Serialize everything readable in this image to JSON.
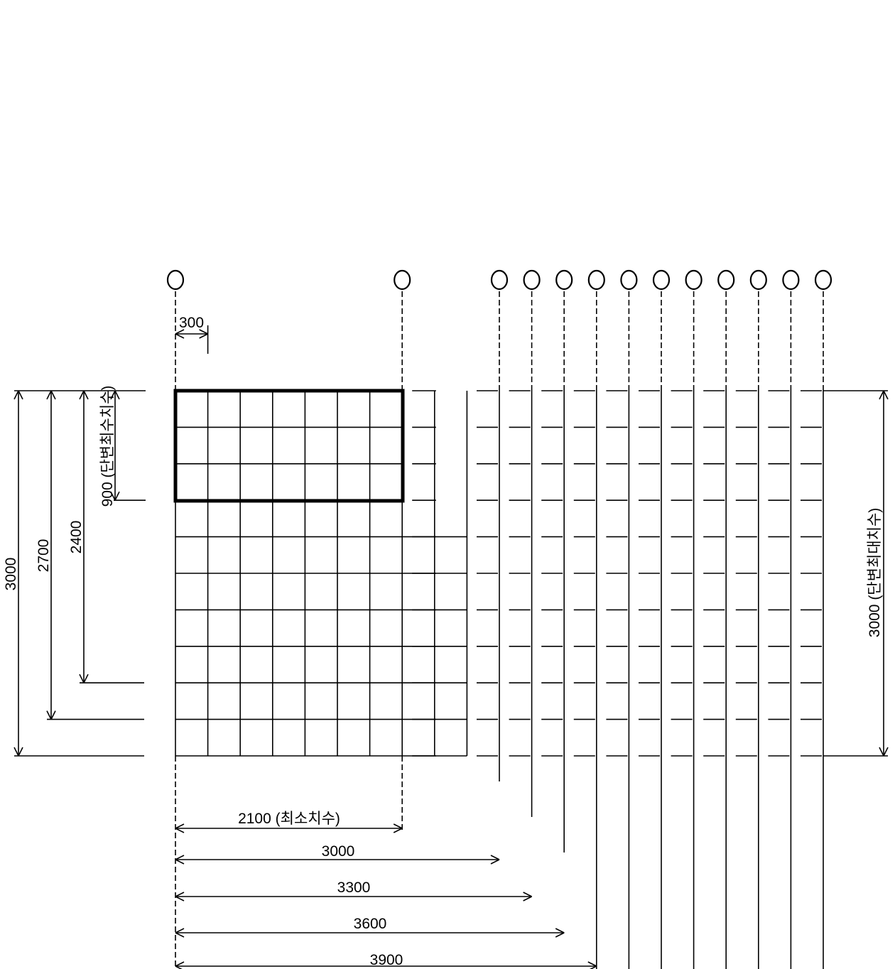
{
  "diagram": {
    "dimensions": {
      "module": "300",
      "short_side_min": "900 (단변최수치수)",
      "short_side_max": "3000 (단변최대치수)",
      "vertical": [
        "2400",
        "2700",
        "3000"
      ],
      "horizontal": [
        {
          "label": "2100 (최소치수)",
          "value": 2100
        },
        {
          "label": "3000",
          "value": 3000
        },
        {
          "label": "3300",
          "value": 3300
        },
        {
          "label": "3600",
          "value": 3600
        },
        {
          "label": "3900",
          "value": 3900
        }
      ]
    },
    "grid_markers": 13,
    "colors": {
      "line": "#000000",
      "background": "#ffffff"
    }
  }
}
